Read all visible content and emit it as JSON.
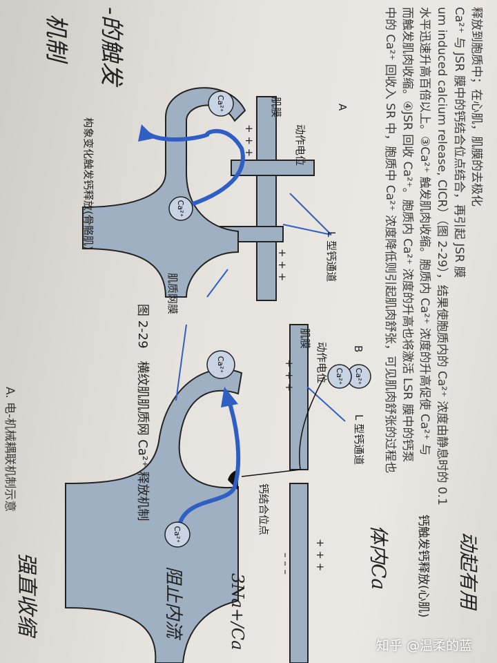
{
  "body_text": [
    "释放到胞质中；在心肌，肌膜的去极化",
    "Ca²⁺ 与 JSR 膜中的钙结合位点结合，再引起 JSR 膜",
    "um induced calcium release, CICR）（图 2-29），结果使胞质内的 Ca²⁺ 浓度由静息时的 0.1",
    "水平迅速升高百倍以上。③Ca²⁺ 触发肌肉收缩。胞质内 Ca²⁺ 浓度的升高促使 Ca²⁺ 与",
    "而触发肌肉收缩。④JSR 回收 Ca²⁺。胞质内 Ca²⁺ 浓度的升高也将激活 LSR 膜中的钙泵",
    "中的 Ca²⁺ 回收入 SR 中，胞质中 Ca²⁺ 浓度降低则引起肌肉舒张，可见肌肉舒张的过程也"
  ],
  "left_text": "A. 电-机械耦联机制示意",
  "figure": {
    "panel_a": "A",
    "panel_b": "B",
    "sarcolemma": "肌膜",
    "action_potential": "动作电位",
    "l_channel": "L 型钙通道",
    "sr_membrane": "肌质网膜",
    "binding_site": "钙结合位点",
    "ion": "Ca²⁺",
    "caption_a": "构象变化触发钙释放(骨骼肌)",
    "caption_b": "钙触发钙释放(心肌)",
    "figure_caption": "图 2-29　横纹肌肌质网 Ca²⁺ 释放机制",
    "plus": "+ + +",
    "minus": "– – –"
  },
  "handwriting": {
    "top_left": "-的触发",
    "top_left2": "机制",
    "note1": "体内Ca",
    "note2": "动起有用",
    "note3": "阻止内流",
    "note4": "3Na+/Ca",
    "note5": "强直收缩"
  },
  "watermark": "知乎 @温柔的蓝",
  "colors": {
    "accent_blue": "#2f5fc4",
    "membrane": "#9fb0c2"
  }
}
